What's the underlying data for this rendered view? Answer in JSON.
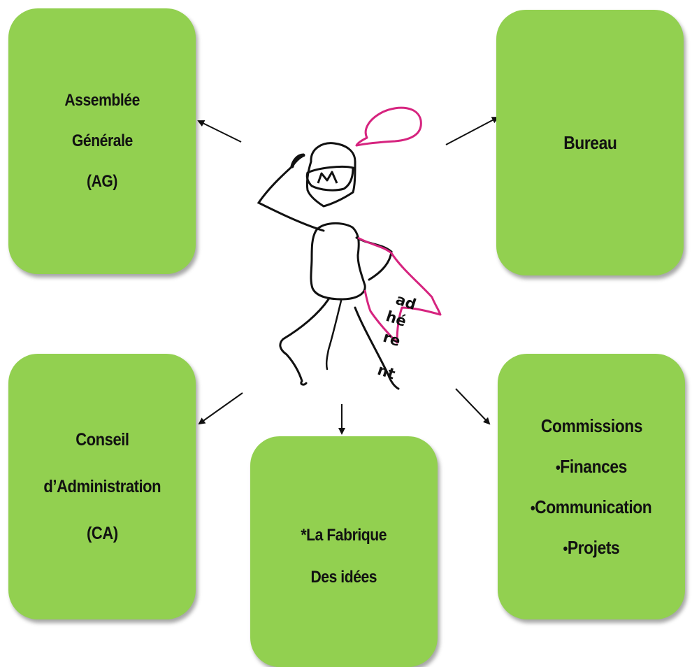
{
  "boxes": {
    "ag": {
      "lines": [
        "Assemblée",
        "Générale",
        "(AG)"
      ]
    },
    "bureau": {
      "lines": [
        "Bureau"
      ]
    },
    "ca": {
      "lines": [
        "Conseil",
        "d’Administration",
        "(CA)"
      ]
    },
    "fabrique": {
      "lines": [
        "*La Fabrique",
        "Des idées"
      ]
    },
    "commissions": {
      "title": "Commissions",
      "items": [
        "Finances",
        "Communication",
        "Projets"
      ]
    }
  },
  "figure": {
    "cape_label_parts": [
      "ad",
      "hé",
      "re",
      "nt"
    ]
  },
  "colors": {
    "box_fill": "#92d050",
    "cape_stroke": "#d6247f",
    "ink": "#111111"
  }
}
